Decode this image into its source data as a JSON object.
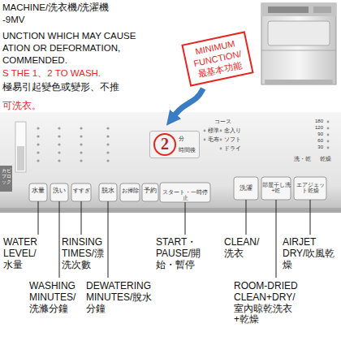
{
  "diagram": {
    "nodes": [
      {
        "text": [
          "MINIMUM FUNCTION/最基本功能"
        ]
      },
      {
        "text": [
          "2",
          "分",
          "時間後"
        ]
      }
    ],
    "edges": [
      {
        "from": 0,
        "to": 1,
        "arrow": "to"
      }
    ],
    "labels": [
      "MACHINE/洗衣機/洗濯機",
      "-9MV",
      "UNCTION WHICH MAY CAUSE",
      "ATION OR DEFORMATION,",
      "COMMENDED.",
      "S THE 1、2 TO WASH.",
      "極易引起變色或變形、不推",
      "可洗衣。",
      "WATER LEVEL/水量",
      "WASHING MINUTES/洗滌分鐘",
      "RINSING TIMES/漂洗次數",
      "DEWATERING MINUTES/脫水分鐘",
      "START・PAUSE/開始・暫停",
      "CLEAN/洗衣",
      "ROOM-DRIED CLEAN+DRY/室內晾乾洗衣+乾燥",
      "AIRJET DRY/吹風乾燥",
      "水量",
      "洗い",
      "すすぎ",
      "脱水",
      "お掃除",
      "予約",
      "スタート・一時停止",
      "洗濯",
      "部屋干し洗+乾",
      "エアジェット乾燥",
      "カビブロック",
      "コース",
      "標準",
      "念入り",
      "毛布",
      "ソフト",
      "ドライ",
      "洗・乾",
      "乾燥",
      "180",
      "120",
      "90",
      "60",
      "30"
    ]
  }
}
